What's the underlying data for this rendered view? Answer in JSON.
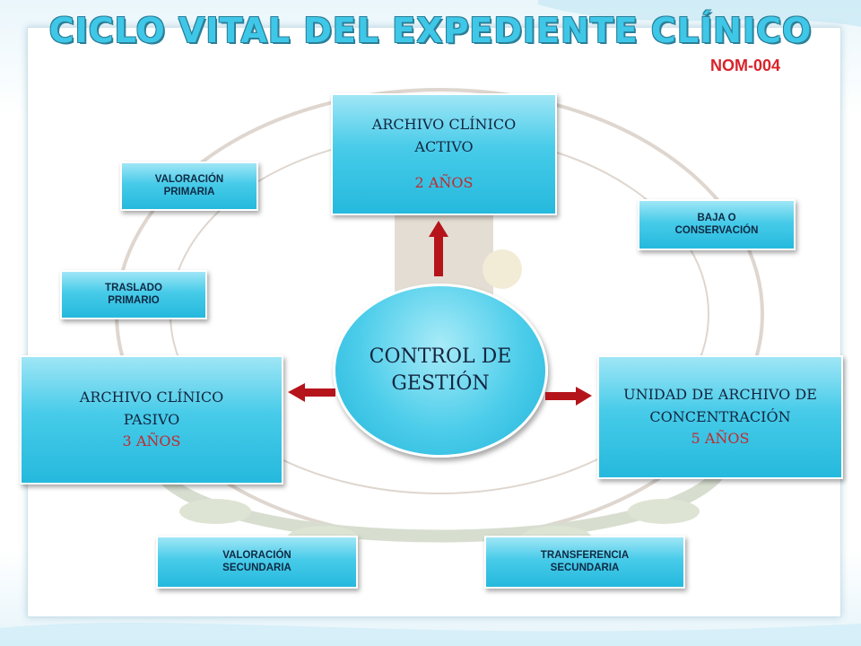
{
  "title": "CICLO VITAL DEL EXPEDIENTE CLÍNICO",
  "norm": "NOM-004",
  "center": {
    "line1": "CONTROL DE",
    "line2": "GESTIÓN"
  },
  "boxes": {
    "active": {
      "line1": "ARCHIVO CLÍNICO",
      "line2": "ACTIVO",
      "years": "2 AÑOS"
    },
    "passive": {
      "line1": "ARCHIVO CLÍNICO",
      "line2": "PASIVO",
      "years": "3 AÑOS"
    },
    "concentration": {
      "line1": "UNIDAD DE ARCHIVO DE",
      "line2": "CONCENTRACIÓN",
      "years": "5 AÑOS"
    }
  },
  "small_boxes": {
    "primary_valuation": {
      "line1": "VALORACIÓN",
      "line2": "PRIMARIA"
    },
    "primary_transfer": {
      "line1": "TRASLADO",
      "line2": "PRIMARIO"
    },
    "disposal": {
      "line1": "BAJA O",
      "line2": "CONSERVACIÓN"
    },
    "secondary_valuation": {
      "line1": "VALORACIÓN",
      "line2": "SECUNDARIA"
    },
    "secondary_transfer": {
      "line1": "TRANSFERENCIA",
      "line2": "SECUNDARIA"
    }
  },
  "colors": {
    "accent": "#3fc7e8",
    "years": "#c4282c",
    "arrow": "#b5141b",
    "box_text": "#13263f"
  }
}
